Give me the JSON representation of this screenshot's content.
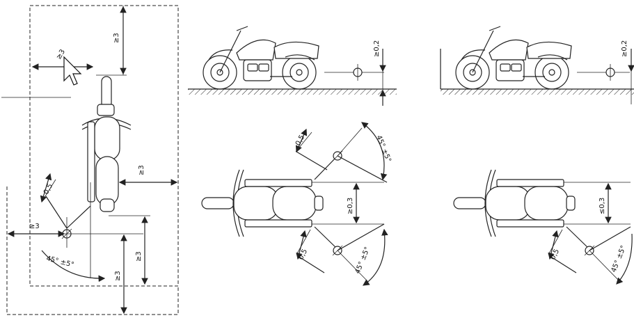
{
  "diagrams": {
    "top_view_clearances": {
      "dim_left": "≥3",
      "dim_top": "≥3",
      "dim_right": "≥3",
      "dim_offset": "0,5",
      "dim_bottom_left": "≥3",
      "dim_bottom_right": "≥3",
      "dim_bottom": "≥3",
      "angle": "45° ±5°"
    },
    "side_view_1": {
      "dim_height": "≥0,2"
    },
    "side_view_2": {
      "dim_height": "≥0,2"
    },
    "top_view_two_points": {
      "dim_offset_top": "0,5",
      "angle_top": "45° ±5°",
      "dim_width": "≥0,3",
      "dim_offset_bottom": "0,5",
      "angle_bottom": "45° ±5°"
    },
    "top_view_one_point": {
      "dim_width": "≤0,3",
      "dim_offset": "0,5",
      "angle": "45° ±5°"
    }
  }
}
